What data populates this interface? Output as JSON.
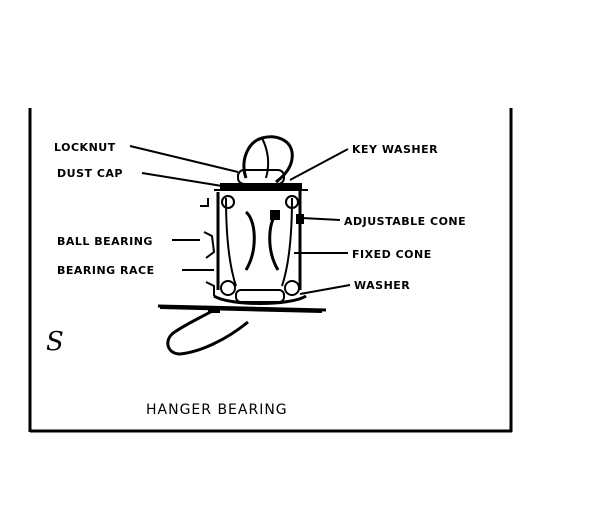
{
  "labels": {
    "locknut": "LOCKNUT",
    "dust_cap": "DUST CAP",
    "ball_bearing": "BALL BEARING",
    "bearing_race": "BEARING RACE",
    "key_washer": "KEY WASHER",
    "adjustable_cone": "ADJUSTABLE CONE",
    "fixed_cone": "FIXED CONE",
    "washer": "WASHER"
  },
  "caption": "HANGER BEARING",
  "corner_mark": "S",
  "colors": {
    "ink": "#000000",
    "paper": "#ffffff"
  }
}
